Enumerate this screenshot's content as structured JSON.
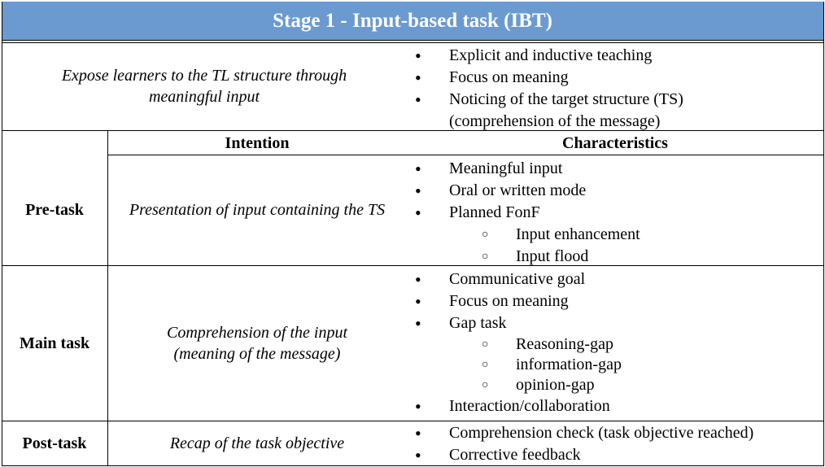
{
  "title": "Stage 1 - Input-based task (IBT)",
  "objective": {
    "text": "Expose learners to the TL structure through meaningful input",
    "items": [
      "Explicit and inductive teaching",
      "Focus on meaning",
      "Noticing of the target structure (TS)",
      "(comprehension of the message)"
    ]
  },
  "headers": {
    "intention": "Intention",
    "characteristics": "Characteristics"
  },
  "rows": [
    {
      "phase": "Pre-task",
      "intention": "Presentation of input containing the TS",
      "items": [
        "Meaningful input",
        "Oral or written mode",
        "Planned FonF"
      ],
      "subitems": [
        "Input enhancement",
        "Input flood"
      ]
    },
    {
      "phase": "Main task",
      "intention": "Comprehension of the input (meaning of the message)",
      "items": [
        "Communicative goal",
        "Focus on meaning",
        "Gap task",
        "Interaction/collaboration"
      ],
      "subitems": [
        "Reasoning-gap",
        "information-gap",
        "opinion-gap"
      ]
    },
    {
      "phase": "Post-task",
      "intention": "Recap of the task objective",
      "items": [
        "Comprehension check (task objective reached)",
        "Corrective feedback"
      ]
    }
  ]
}
